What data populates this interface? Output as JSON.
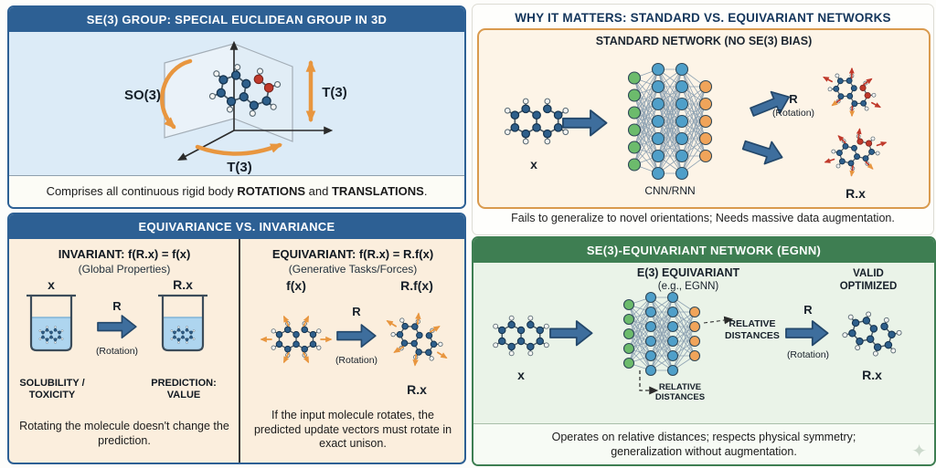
{
  "se3": {
    "title": "SE(3) GROUP: SPECIAL EUCLIDEAN GROUP IN 3D",
    "so3_label": "SO(3)",
    "t3_vertical_label": "T(3)",
    "t3_horizontal_label": "T(3)",
    "caption_prefix": "Comprises all continuous rigid body ",
    "caption_bold1": "ROTATIONS",
    "caption_middle": " and ",
    "caption_bold2": "TRANSLATIONS",
    "caption_suffix": "."
  },
  "equivariance": {
    "title": "EQUIVARIANCE VS. INVARIANCE",
    "invariant": {
      "heading": "INVARIANT: f(R.x) = f(x)",
      "subheading": "(Global Properties)",
      "input_label": "x",
      "output_label": "R.x",
      "arrow_label": "R",
      "arrow_sublabel": "(Rotation)",
      "input_caption": "SOLUBILITY / TOXICITY",
      "output_caption": "PREDICTION: VALUE",
      "caption": "Rotating the molecule doesn't change the prediction."
    },
    "equivariant": {
      "heading": "EQUIVARIANT: f(R.x) = R.f(x)",
      "subheading": "(Generative Tasks/Forces)",
      "input_label": "f(x)",
      "output_label": "R.f(x)",
      "arrow_label": "R",
      "arrow_sublabel": "(Rotation)",
      "rx_label": "R.x",
      "caption": "If the input molecule rotates, the predicted update vectors must rotate in exact unison."
    }
  },
  "standard": {
    "title": "WHY IT MATTERS: STANDARD VS. EQUIVARIANT NETWORKS",
    "box_title": "STANDARD NETWORK (NO SE(3) BIAS)",
    "input_label": "x",
    "network_label": "CNN/RNN",
    "arrow_label": "R",
    "arrow_sublabel": "(Rotation)",
    "output_label": "R.x",
    "caption": "Fails to generalize to novel orientations; Needs massive data augmentation."
  },
  "egnn": {
    "title": "SE(3)-EQUIVARIANT NETWORK (EGNN)",
    "network_title": "E(3) EQUIVARIANT",
    "network_subtitle": "(e.g., EGNN)",
    "valid_label_line1": "VALID",
    "valid_label_line2": "OPTIMIZED",
    "input_label": "x",
    "side_distances_line1": "RELATIVE",
    "side_distances_line2": "DISTANCES",
    "bottom_distances_line1": "RELATIVE",
    "bottom_distances_line2": "DISTANCES",
    "arrow_label": "R",
    "arrow_sublabel": "(Rotation)",
    "output_label": "R.x",
    "caption": "Operates on relative distances; respects physical symmetry; generalization without augmentation."
  },
  "decor": {
    "sparkle": "✦"
  },
  "colors": {
    "header-blue": "#2d6094",
    "header-green": "#3e7e52",
    "panel-blue": "#dcebf7",
    "panel-peach": "#fbeedd",
    "box-cream": "#fdf4e7",
    "box-orange-border": "#d99a4e",
    "panel-green": "#eaf3e8",
    "accent-orange": "#e8963f",
    "arrow-blue": "#3e6e9d"
  }
}
